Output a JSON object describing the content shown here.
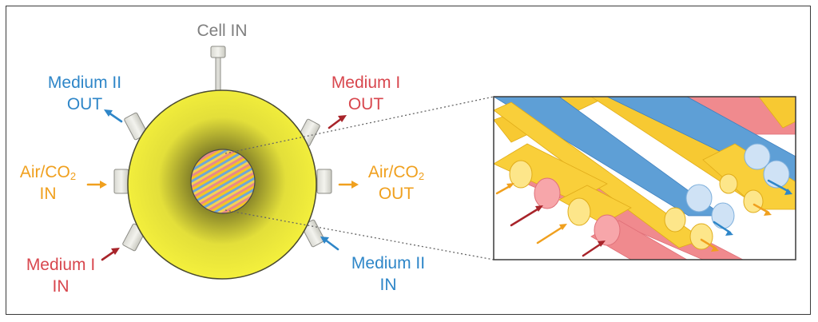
{
  "labels": {
    "cell_in": "Cell IN",
    "medium2_out": {
      "line1": "Medium II",
      "line2": "OUT"
    },
    "medium1_out": {
      "line1": "Medium I",
      "line2": "OUT"
    },
    "air_in": {
      "prefix": "Air/CO",
      "sub": "2",
      "line2": "IN"
    },
    "air_out": {
      "prefix": "Air/CO",
      "sub": "2",
      "line2": "OUT"
    },
    "medium1_in": {
      "line1": "Medium I",
      "line2": "IN"
    },
    "medium2_in": {
      "line1": "Medium II",
      "line2": "IN"
    }
  },
  "colors": {
    "blue": "#2e86c8",
    "red": "#d8474e",
    "orange": "#f0a01e",
    "gray": "#7f7f7f",
    "sphere": "#f2ee3c",
    "fiber_yellow": "#f7c932",
    "fiber_blue": "#6fa7d8",
    "fiber_red": "#f08a8e",
    "arrow_dark_red": "#a8242a"
  }
}
